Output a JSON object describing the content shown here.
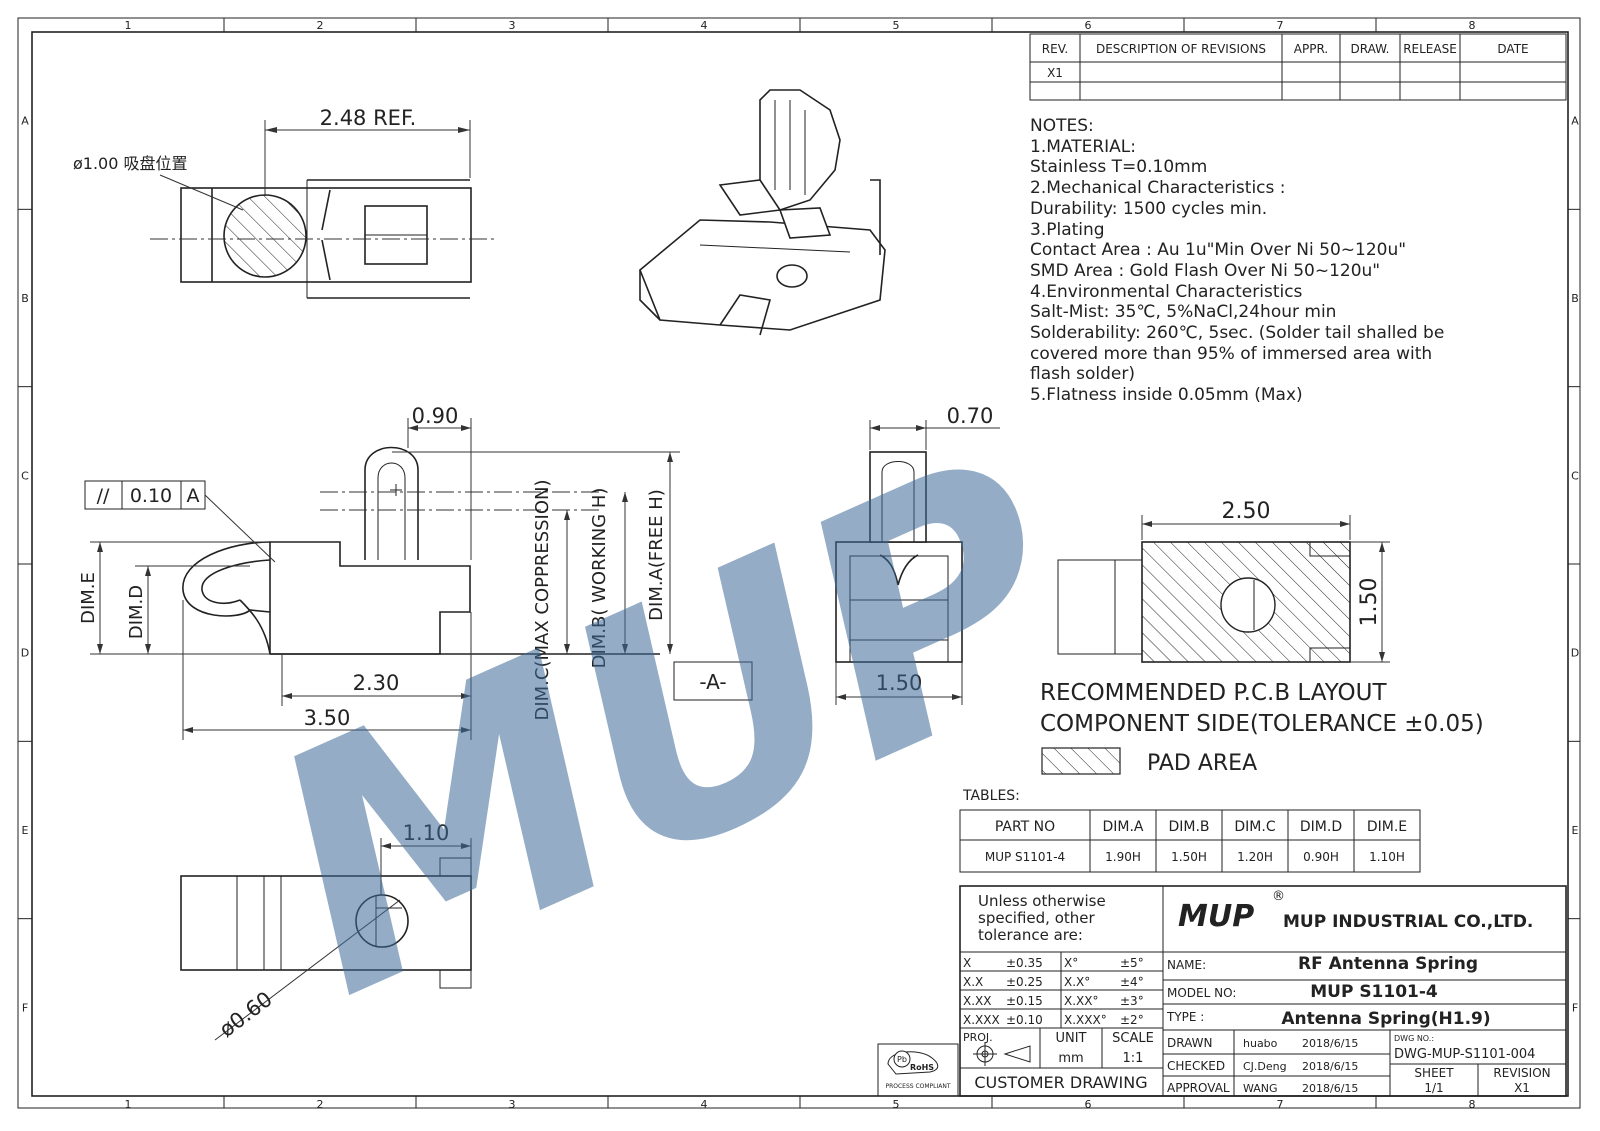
{
  "grid": {
    "cols": [
      "1",
      "2",
      "3",
      "4",
      "5",
      "6",
      "7",
      "8"
    ],
    "rows": [
      "A",
      "B",
      "C",
      "D",
      "E",
      "F"
    ]
  },
  "revision_table": {
    "headers": [
      "REV.",
      "DESCRIPTION OF REVISIONS",
      "APPR.",
      "DRAW.",
      "RELEASE",
      "DATE"
    ],
    "rows": [
      [
        "X1",
        "",
        "",
        "",
        "",
        ""
      ]
    ]
  },
  "notes": {
    "lines": [
      "NOTES:",
      "1.MATERIAL:",
      "Stainless T=0.10mm",
      "2.Mechanical Characteristics :",
      "Durability: 1500 cycles min.",
      "3.Plating",
      "Contact Area : Au 1u\"Min Over Ni 50~120u\"",
      "SMD Area : Gold Flash Over Ni 50~120u\"",
      "4.Environmental Characteristics",
      "Salt-Mist: 35℃, 5%NaCl,24hour min",
      "Solderability: 260℃, 5sec. (Solder tail shalled be",
      "covered more than 95% of immersed area with",
      "flash solder)",
      "5.Flatness inside 0.05mm (Max)"
    ]
  },
  "top_view": {
    "dim_ref": "2.48 REF.",
    "suction_label": "ø1.00 吸盘位置"
  },
  "front_view": {
    "dim_090": "0.90",
    "flatness_symbol": "//",
    "flatness_value": "0.10",
    "flatness_datum": "A",
    "dim_e": "DIM.E",
    "dim_d": "DIM.D",
    "dim_c": "DIM.C(MAX COPPRESSION)",
    "dim_b": "DIM.B( WORKING H)",
    "dim_a": "DIM.A(FREE H)",
    "dim_230": "2.30",
    "dim_350": "3.50",
    "datum": "-A-"
  },
  "side_view": {
    "dim_070": "0.70",
    "dim_150": "1.50"
  },
  "bottom_view": {
    "dim_110": "1.10",
    "dim_060": "ø0.60"
  },
  "pcb_layout": {
    "dim_250": "2.50",
    "dim_150": "1.50",
    "title_line1": "RECOMMENDED P.C.B LAYOUT",
    "title_line2": "COMPONENT SIDE(TOLERANCE ±0.05)",
    "pad_area": "PAD AREA"
  },
  "dim_table": {
    "caption": "TABLES:",
    "headers": [
      "PART NO",
      "DIM.A",
      "DIM.B",
      "DIM.C",
      "DIM.D",
      "DIM.E"
    ],
    "rows": [
      [
        "MUP S1101-4",
        "1.90H",
        "1.50H",
        "1.20H",
        "0.90H",
        "1.10H"
      ]
    ]
  },
  "title_block": {
    "tolerance_note": [
      "Unless otherwise",
      "specified, other",
      "tolerance are:"
    ],
    "tolerances": [
      [
        "X",
        "±0.35",
        "X°",
        "±5°"
      ],
      [
        "X.X",
        "±0.25",
        "X.X°",
        "±4°"
      ],
      [
        "X.XX",
        "±0.15",
        "X.XX°",
        "±3°"
      ],
      [
        "X.XXX",
        "±0.10",
        "X.XXX°",
        "±2°"
      ]
    ],
    "proj_label": "PROJ.",
    "unit_label": "UNIT",
    "unit_value": "mm",
    "scale_label": "SCALE",
    "scale_value": "1:1",
    "customer_drawing": "CUSTOMER DRAWING",
    "rohs_badge": "RoHS",
    "rohs_caption": "PROCESS COMPLIANT",
    "rohs_mark": "Pb",
    "company_logo": "MUP",
    "registered": "®",
    "company": "MUP INDUSTRIAL CO.,LTD.",
    "name_label": "NAME:",
    "name_value": "RF Antenna Spring",
    "model_label": "MODEL NO:",
    "model_value": "MUP S1101-4",
    "type_label": "TYPE :",
    "type_value": "Antenna Spring(H1.9)",
    "drawn_label": "DRAWN",
    "drawn_by": "huabo",
    "drawn_date": "2018/6/15",
    "checked_label": "CHECKED",
    "checked_by": "CJ.Deng",
    "checked_date": "2018/6/15",
    "approval_label": "APPROVAL",
    "approval_by": "WANG",
    "approval_date": "2018/6/15",
    "dwg_label": "DWG NO.:",
    "dwg_value": "DWG-MUP-S1101-004",
    "sheet_label": "SHEET",
    "sheet_value": "1/1",
    "revision_label": "REVISION",
    "revision_value": "X1"
  },
  "watermark": {
    "text": "MUP"
  },
  "colors": {
    "line": "#222222",
    "watermark": "#3d6a98"
  }
}
